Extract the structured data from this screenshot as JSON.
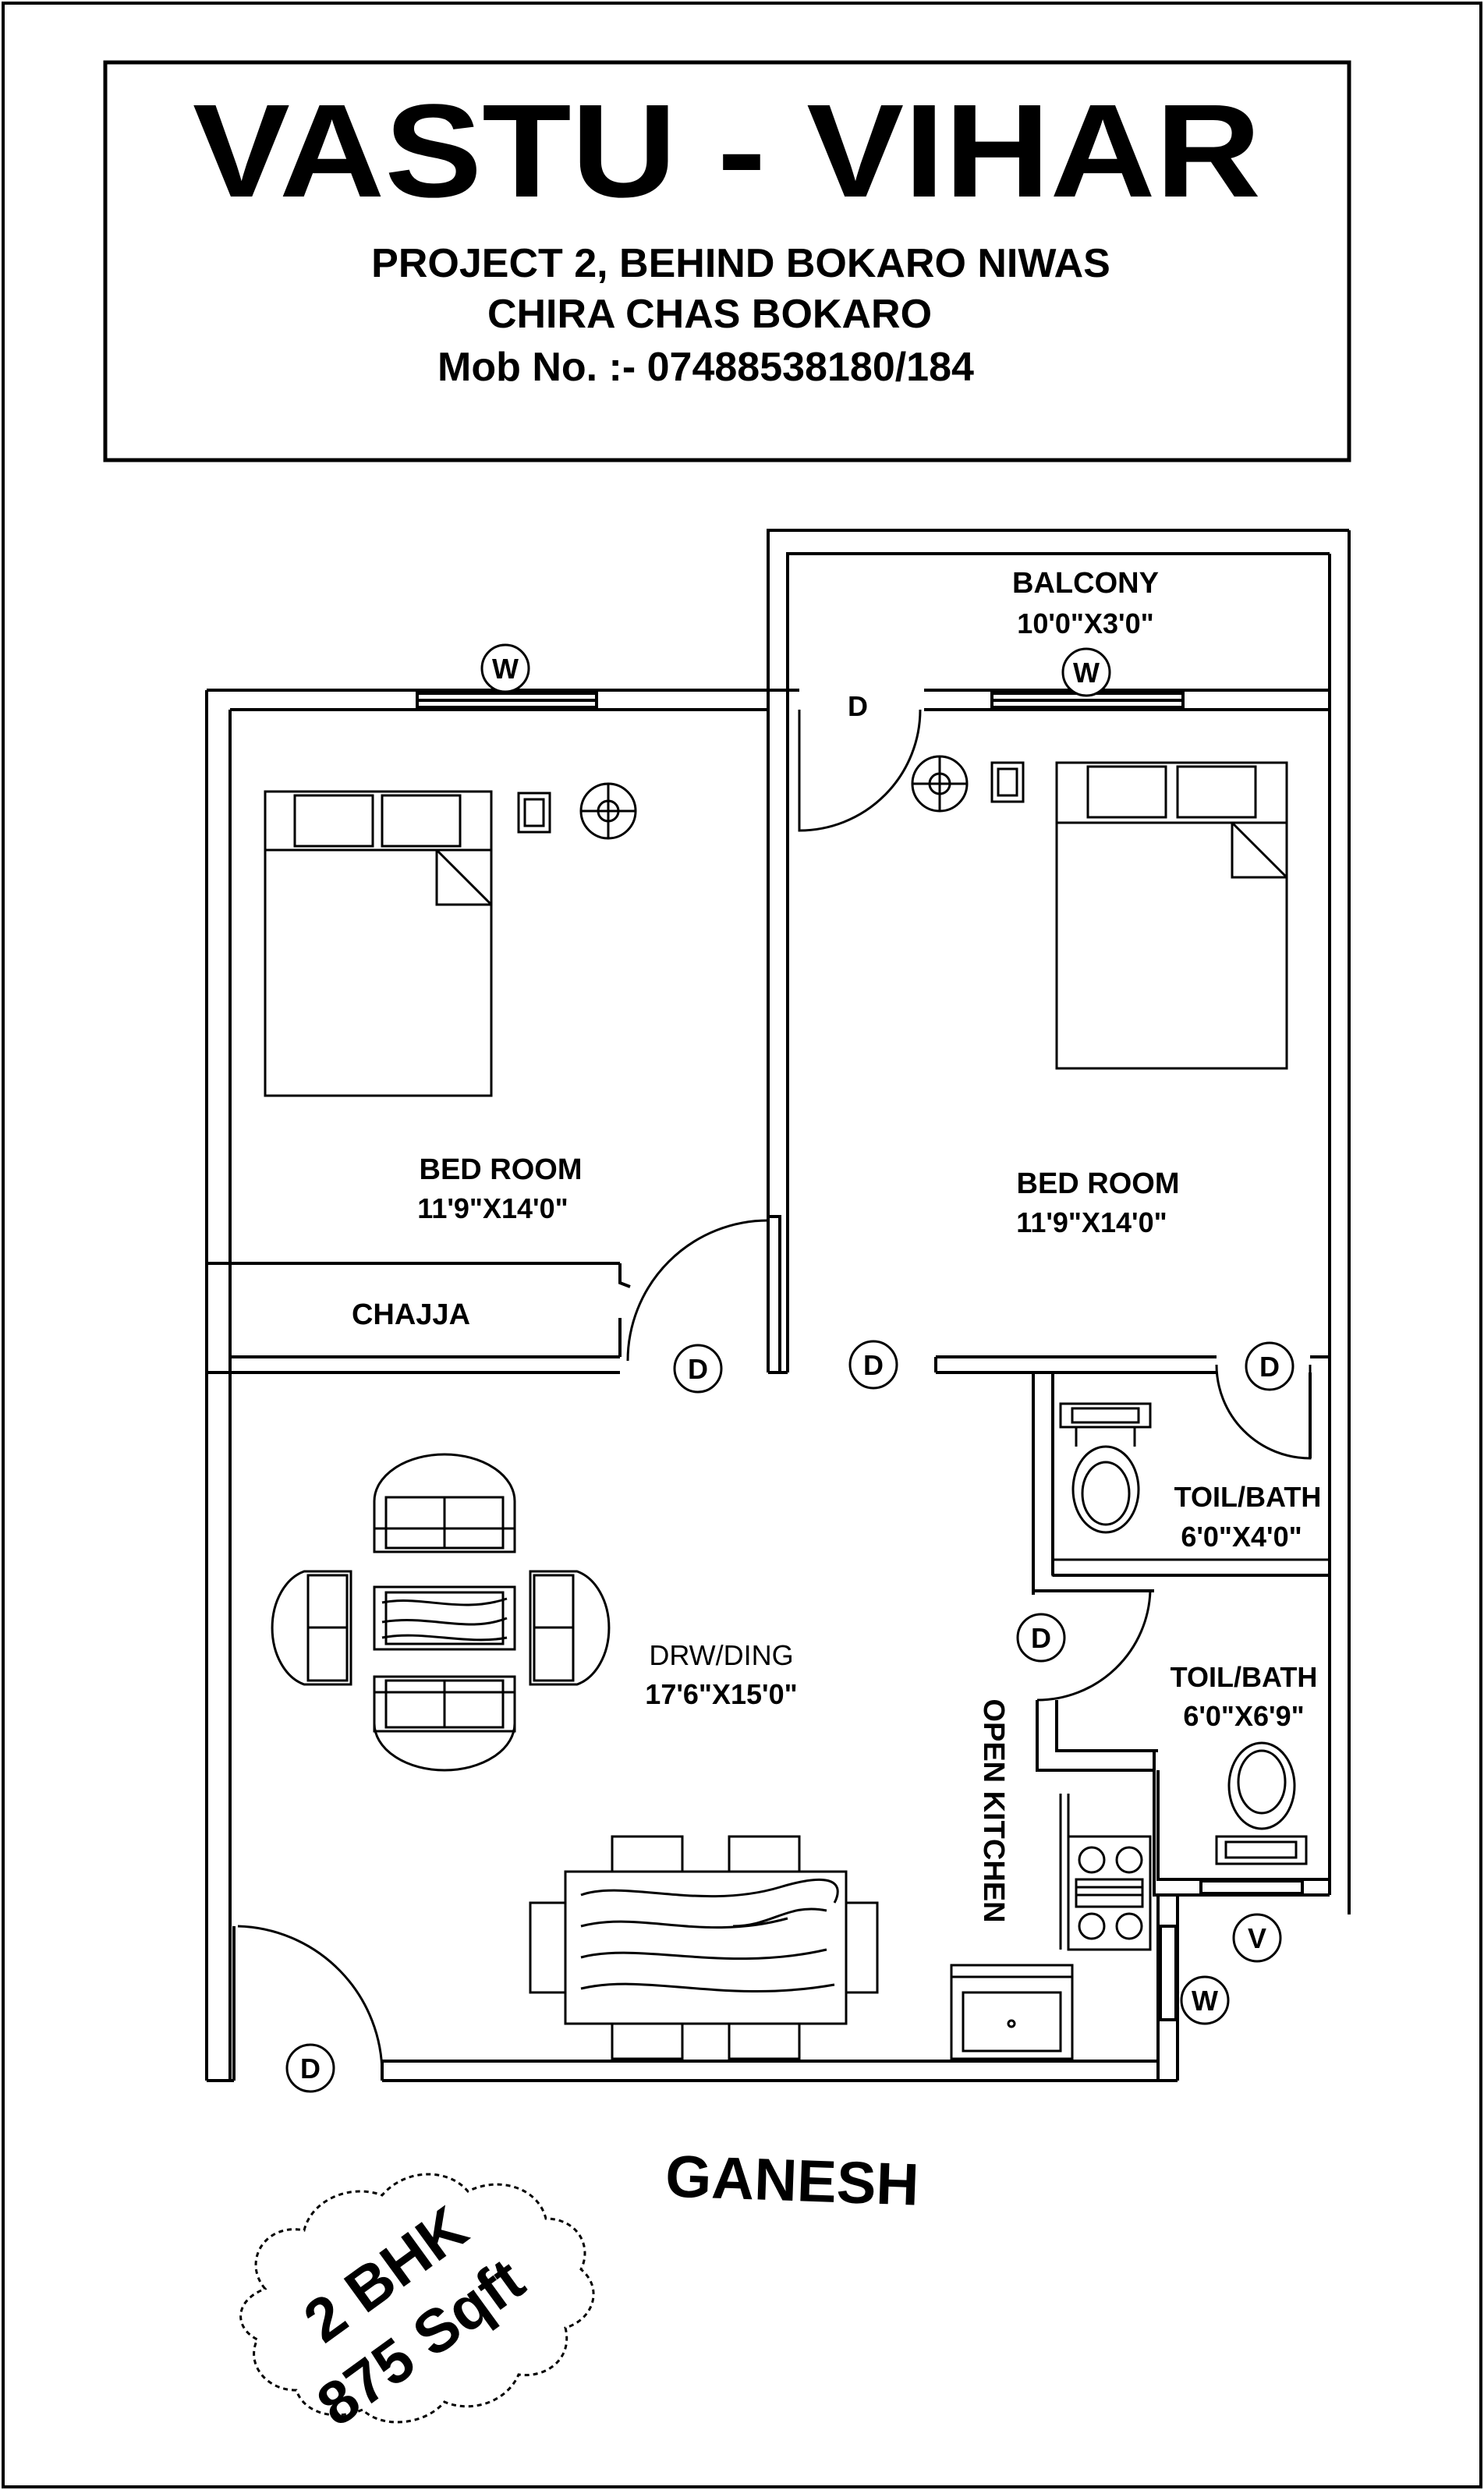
{
  "header": {
    "title": "VASTU - VIHAR",
    "address_line1": "PROJECT 2, BEHIND BOKARO NIWAS",
    "address_line2": "CHIRA CHAS BOKARO",
    "phone": "Mob No. :- 07488538180/184"
  },
  "rooms": {
    "balcony": {
      "name": "BALCONY",
      "size": "10'0\"X3'0\""
    },
    "bedroom_left": {
      "name": "BED ROOM",
      "size": "11'9\"X14'0\""
    },
    "bedroom_right": {
      "name": "BED ROOM",
      "size": "11'9\"X14'0\""
    },
    "chajja": {
      "name": "CHAJJA"
    },
    "drawing_dining": {
      "name": "DRW/DING",
      "size": "17'6\"X15'0\""
    },
    "toilet_upper": {
      "name": "TOIL/BATH",
      "size": "6'0\"X4'0\""
    },
    "toilet_lower": {
      "name": "TOIL/BATH",
      "size": "6'0\"X6'9\""
    },
    "kitchen": {
      "name": "OPEN KITCHEN"
    }
  },
  "markers": {
    "door": "D",
    "window": "W",
    "ventilator": "V"
  },
  "footer": {
    "name": "GANESH",
    "badge_line1": "2 BHK",
    "badge_line2": "875 Sqft"
  }
}
